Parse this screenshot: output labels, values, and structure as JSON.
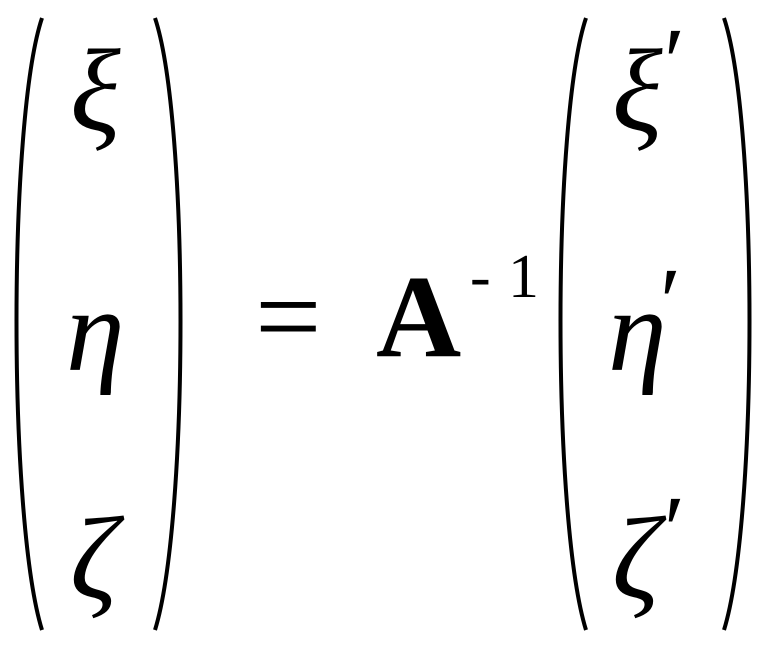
{
  "equation": {
    "lhs": {
      "row1": "ξ",
      "row2": "η",
      "row3": "ζ"
    },
    "equals": "=",
    "matrix": "A",
    "superscript_minus": "-",
    "superscript_one": "1",
    "rhs": {
      "row1": "ξ",
      "row2": "η",
      "row3": "ζ",
      "prime": "′"
    }
  }
}
